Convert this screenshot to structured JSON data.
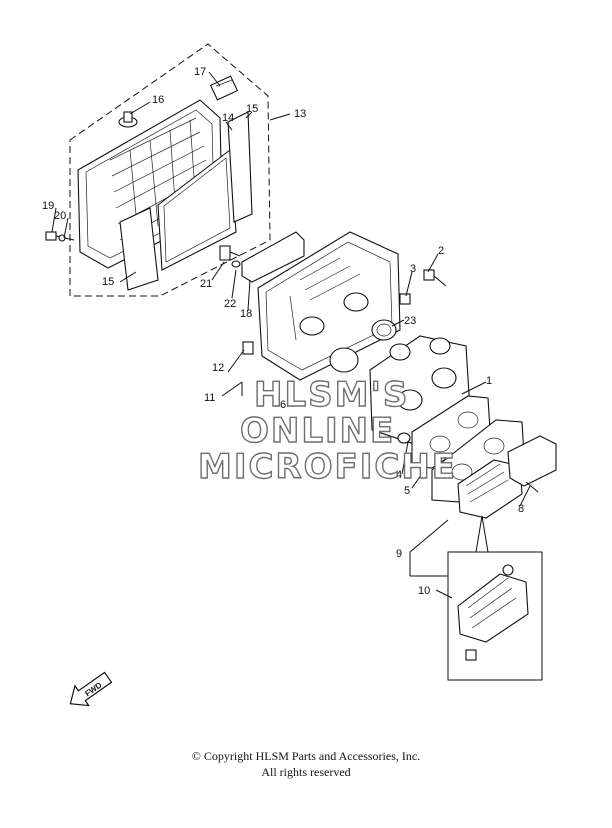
{
  "callouts": [
    {
      "id": "17",
      "label": "17"
    },
    {
      "id": "16",
      "label": "16"
    },
    {
      "id": "14",
      "label": "14"
    },
    {
      "id": "15a",
      "label": "15"
    },
    {
      "id": "13",
      "label": "13"
    },
    {
      "id": "19",
      "label": "19"
    },
    {
      "id": "20",
      "label": "20"
    },
    {
      "id": "15b",
      "label": "15"
    },
    {
      "id": "21",
      "label": "21"
    },
    {
      "id": "22",
      "label": "22"
    },
    {
      "id": "18",
      "label": "18"
    },
    {
      "id": "2",
      "label": "2"
    },
    {
      "id": "3",
      "label": "3"
    },
    {
      "id": "23",
      "label": "23"
    },
    {
      "id": "12",
      "label": "12"
    },
    {
      "id": "11",
      "label": "11"
    },
    {
      "id": "6",
      "label": "6"
    },
    {
      "id": "1",
      "label": "1"
    },
    {
      "id": "4",
      "label": "4"
    },
    {
      "id": "5",
      "label": "5"
    },
    {
      "id": "8",
      "label": "8"
    },
    {
      "id": "9",
      "label": "9"
    },
    {
      "id": "10",
      "label": "10"
    }
  ],
  "watermark": {
    "line1": "HLSM'S",
    "line2": "ONLINE",
    "line3": "MICROFICHE"
  },
  "fwd_label": "FWD",
  "copyright": {
    "line1": "© Copyright HLSM Parts and Accessories, Inc.",
    "line2": "All rights reserved"
  }
}
